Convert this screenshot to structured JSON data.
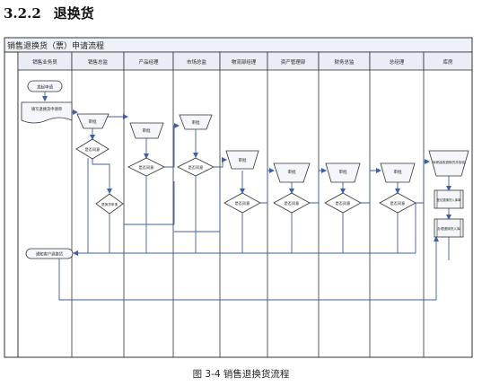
{
  "heading": {
    "number": "3.2.2",
    "title": "退换货"
  },
  "flowchart": {
    "title": "销售退换货（票）申请流程",
    "lanes": [
      "销售业务员",
      "销售总监",
      "产品经理",
      "市场总监",
      "物流部经理",
      "资产管理部",
      "财务总监",
      "总经理",
      "库房"
    ],
    "nodes": {
      "start": "发起申请",
      "fill_form": "填写退换货申请单",
      "sales_dir_approve": "审批",
      "sales_dir_decide": "是否同意",
      "sales_dir_alt": "退换货申请",
      "pm_approve": "审批",
      "pm_decide": "是否同意",
      "mkt_approve": "审批",
      "mkt_decide": "是否同意",
      "log_approve": "审批",
      "log_decide": "是否同意",
      "asset_approve": "审批",
      "asset_decide": "是否同意",
      "fin_approve": "审批",
      "fin_decide": "是否同意",
      "gm_approve": "审批",
      "gm_decide": "是否同意",
      "notify": "通知客户退换货",
      "wh_receive": "库房接收退换货并检验",
      "wh_register": "登记退换货入库单",
      "wh_process": "办理退换货入库"
    }
  },
  "caption": "图 3-4  销售退换货流程"
}
